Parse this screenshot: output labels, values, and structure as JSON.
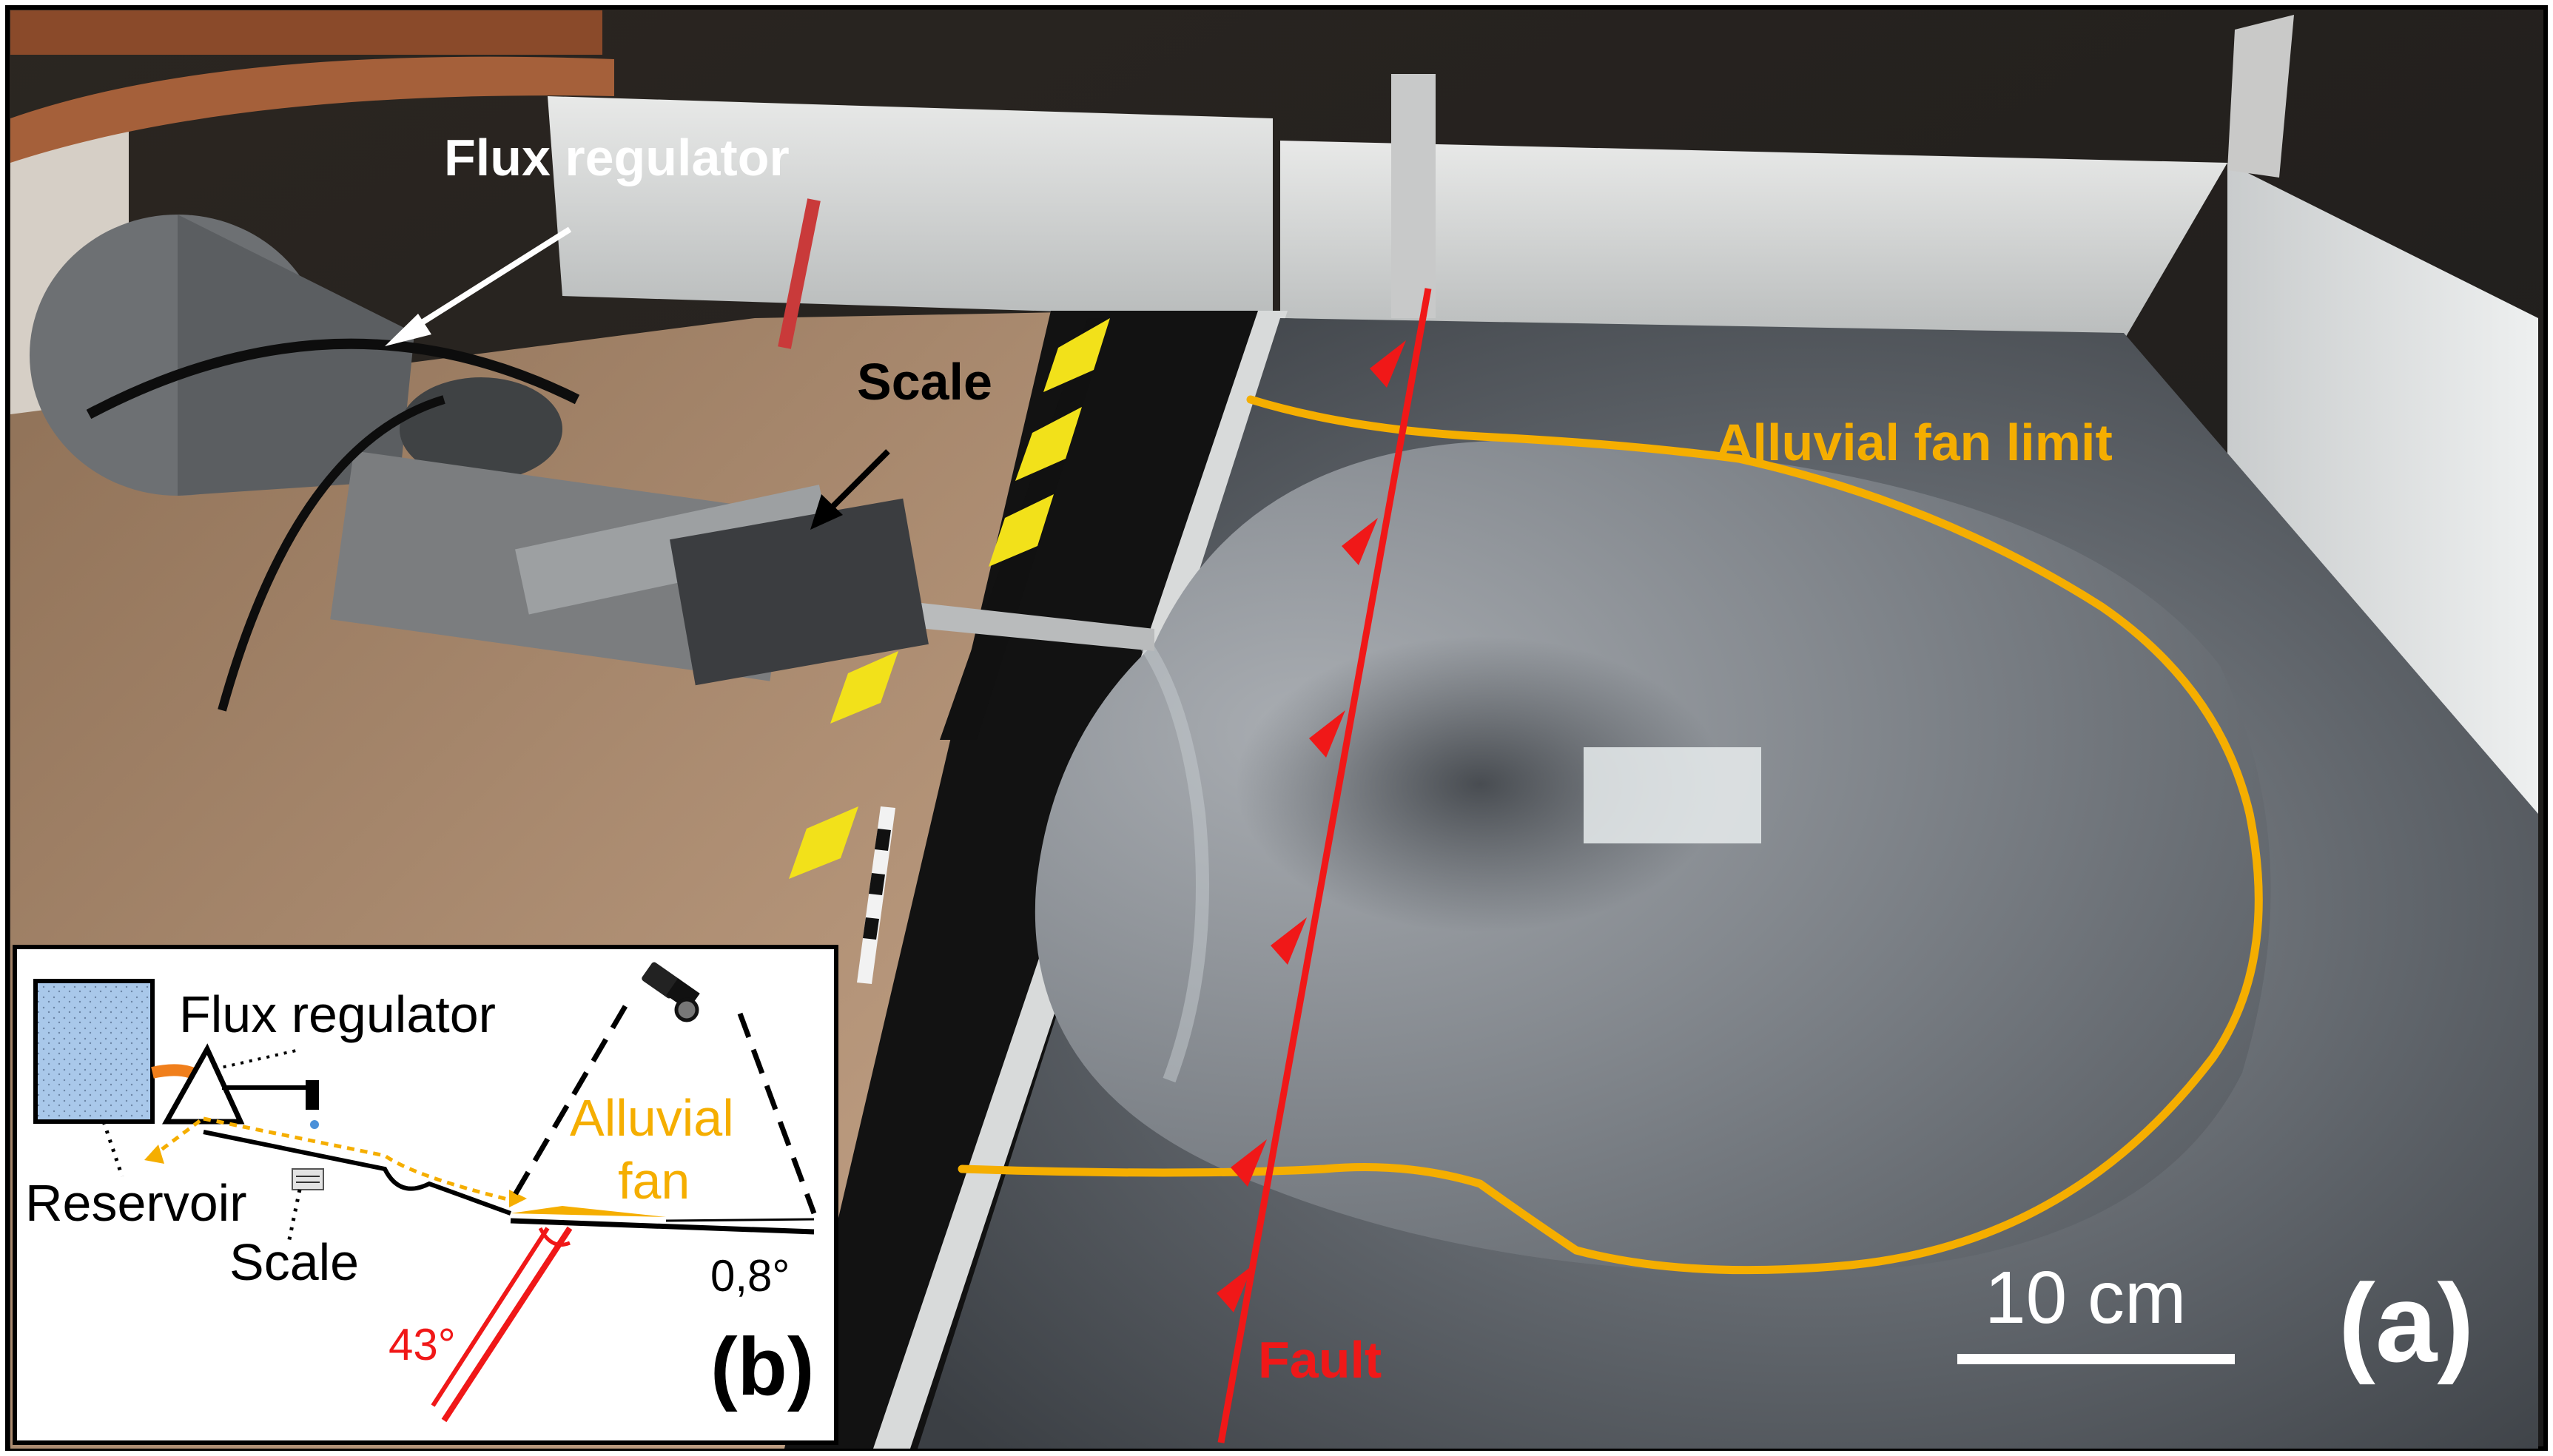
{
  "photo": {
    "labels": {
      "flux_regulator": "Flux regulator",
      "scale": "Scale",
      "alluvial_fan_limit": "Alluvial fan limit",
      "fault": "Fault",
      "scale_bar": "10 cm",
      "panel": "(a)"
    },
    "colors": {
      "fault": "#f01818",
      "fan_limit": "#f5ae00",
      "arrow_white": "#ffffff",
      "arrow_black": "#000000"
    }
  },
  "inset": {
    "labels": {
      "flux_regulator": "Flux regulator",
      "alluvial": "Alluvial",
      "fan": "fan",
      "reservoir": "Reservoir",
      "scale": "Scale",
      "angle_fault": "43°",
      "angle_slope": "0,8°",
      "panel": "(b)"
    },
    "colors": {
      "reservoir_fill": "#a9c8ea",
      "fan_text": "#f5ae00",
      "fault": "#f01818",
      "flow": "#f5ae00"
    }
  }
}
